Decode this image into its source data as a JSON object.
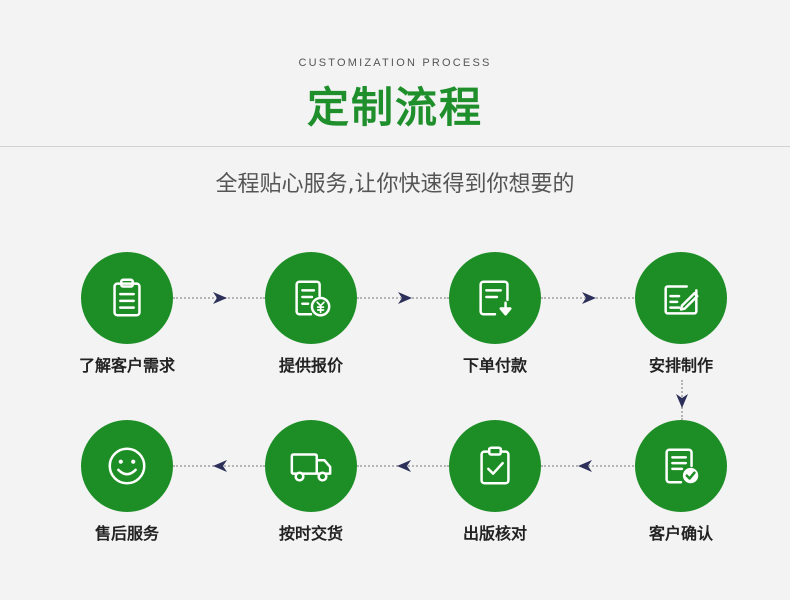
{
  "header": {
    "subtitle_en": "CUSTOMIZATION PROCESS",
    "title": "定制流程",
    "tagline": "全程贴心服务,让你快速得到你想要的"
  },
  "colors": {
    "brand_green": "#1d8e26",
    "title_green": "#1f8f2c",
    "arrow_navy": "#2c2f59"
  },
  "steps": [
    {
      "label": "了解客户需求",
      "icon": "clipboard-icon"
    },
    {
      "label": "提供报价",
      "icon": "document-yuan-icon"
    },
    {
      "label": "下单付款",
      "icon": "document-download-icon"
    },
    {
      "label": "安排制作",
      "icon": "edit-form-icon"
    },
    {
      "label": "客户确认",
      "icon": "checked-document-icon"
    },
    {
      "label": "出版核对",
      "icon": "clipboard-check-icon"
    },
    {
      "label": "按时交货",
      "icon": "delivery-truck-icon"
    },
    {
      "label": "售后服务",
      "icon": "smiley-face-icon"
    }
  ]
}
